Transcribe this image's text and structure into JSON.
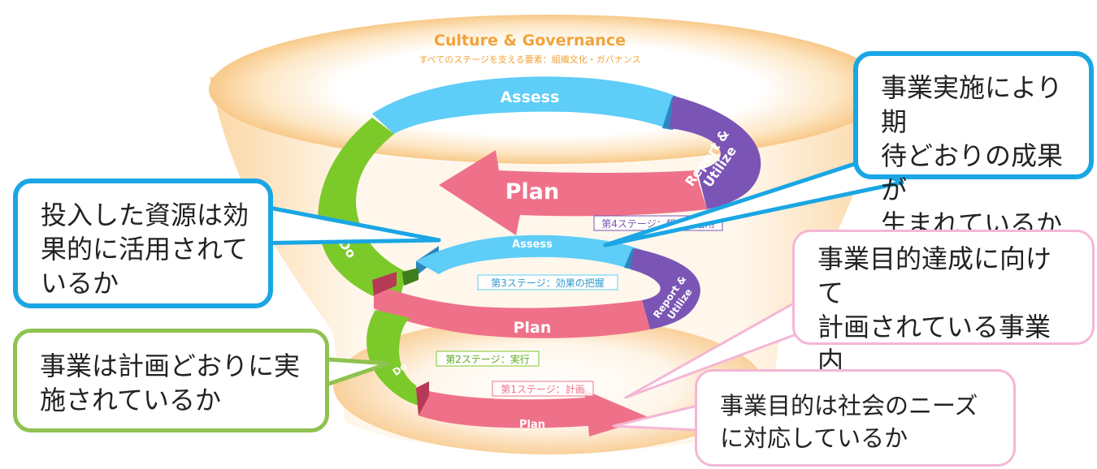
{
  "header": {
    "title": "Culture & Governance",
    "subtitle": "すべてのステージを支える要素：組織文化・ガバナンス"
  },
  "cycle_top": {
    "assess": "Assess",
    "report": "Report &",
    "utilize": "Utilize",
    "plan": "Plan",
    "do": "Do"
  },
  "cycle_mid": {
    "assess": "Assess",
    "report": "Report &",
    "utilize": "Utilize",
    "plan": "Plan"
  },
  "cycle_bottom": {
    "do": "Do",
    "plan": "Plan"
  },
  "stages": {
    "stage1": "第1ステージ：計画",
    "stage2": "第2ステージ：実行",
    "stage3": "第3ステージ：効果の把握",
    "stage4": "第4ステージ：報告・活用"
  },
  "callouts": {
    "outcome": "事業実施により期\n待どおりの成果が\n生まれているか",
    "resources": "投入した資源は効\n果的に活用されて\nいるか",
    "content": "事業目的達成に向けて\n計画されている事業内\n容は適切か",
    "execution": "事業は計画どおりに実\n施されているか",
    "needs": "事業目的は社会のニーズ\nに対応しているか"
  },
  "colors": {
    "assess": "#5ecdf7",
    "report": "#7a55b5",
    "plan": "#ef7189",
    "do": "#7cc92a",
    "funnel": "#fcdcab",
    "title": "#f2a33a",
    "callout_blue": "#1aa6e4",
    "callout_green": "#8fc250",
    "callout_pink": "#f4b6d6"
  }
}
